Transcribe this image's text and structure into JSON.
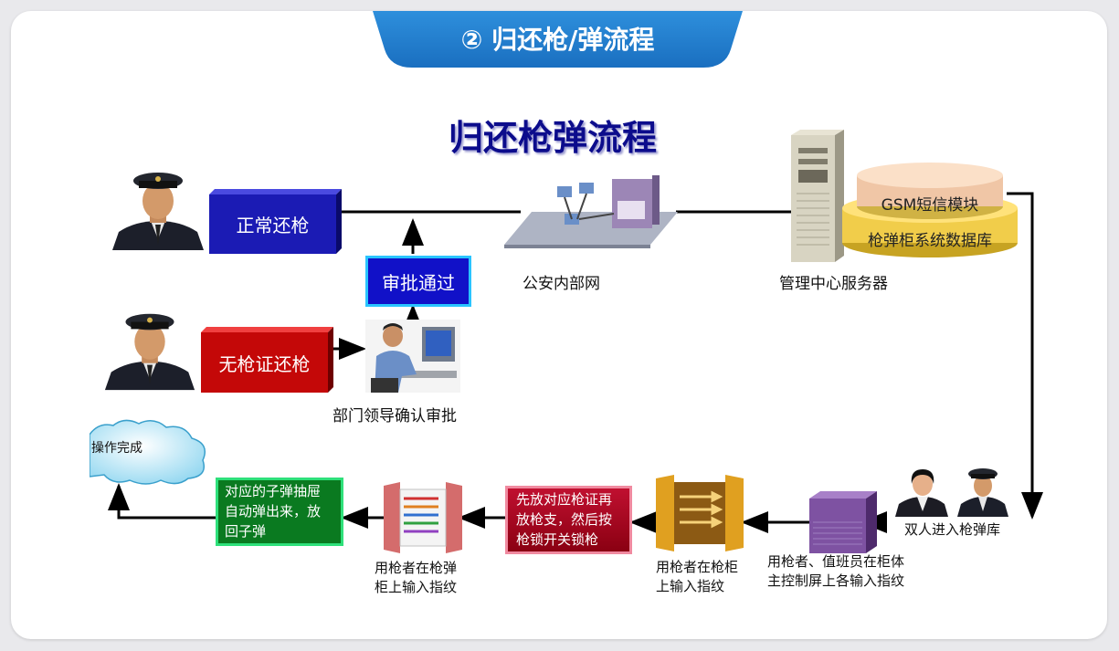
{
  "header": {
    "tab_title": "② 归还枪/弹流程"
  },
  "diagram": {
    "title": "归还枪弹流程",
    "normal_return": "正常还枪",
    "no_permit_return": "无枪证还枪",
    "approval_passed": "审批通过",
    "leader_approval": "部门领导确认审批",
    "police_intranet": "公安内部网",
    "management_server": "管理中心服务器",
    "gsm_module": "GSM短信模块",
    "database": "枪弹柜系统数据库",
    "double_entry": "双人进入枪弹库",
    "console_fingerprint": [
      "用枪者、值班员在柜体",
      "主控制屏上各输入指纹"
    ],
    "fingerprint_1": [
      "用枪者在枪柜",
      "上输入指纹"
    ],
    "put_gun": [
      "先放对应枪证再",
      "放枪支，然后按",
      "枪锁开关锁枪"
    ],
    "fingerprint_2": [
      "用枪者在枪弹",
      "柜上输入指纹"
    ],
    "ammo_drawer": [
      "对应的子弹抽屉",
      "自动弹出来，放",
      "回子弹"
    ],
    "operation_done": "操作完成"
  }
}
